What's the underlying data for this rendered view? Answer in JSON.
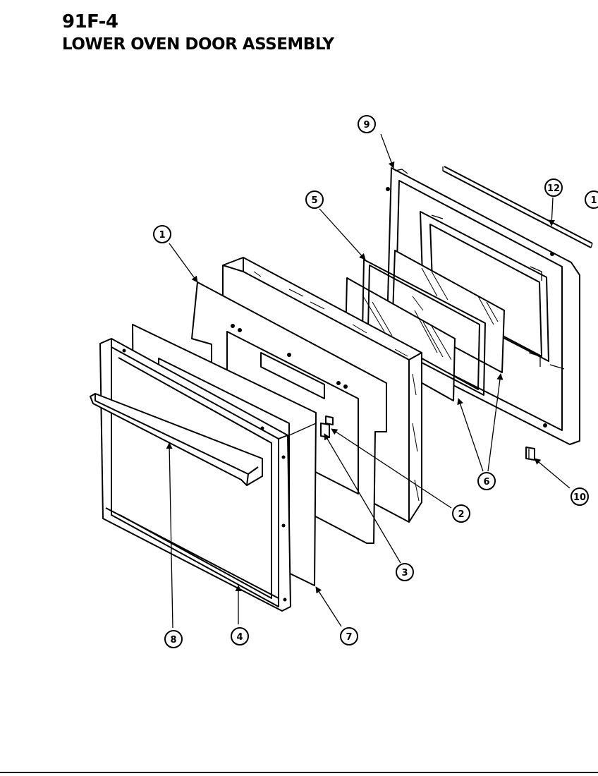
{
  "header": {
    "code": "91F-4",
    "title": "LOWER OVEN DOOR ASSEMBLY"
  },
  "callouts": [
    "1",
    "2",
    "3",
    "4",
    "5",
    "6",
    "7",
    "8",
    "9",
    "10",
    "12",
    "1"
  ]
}
